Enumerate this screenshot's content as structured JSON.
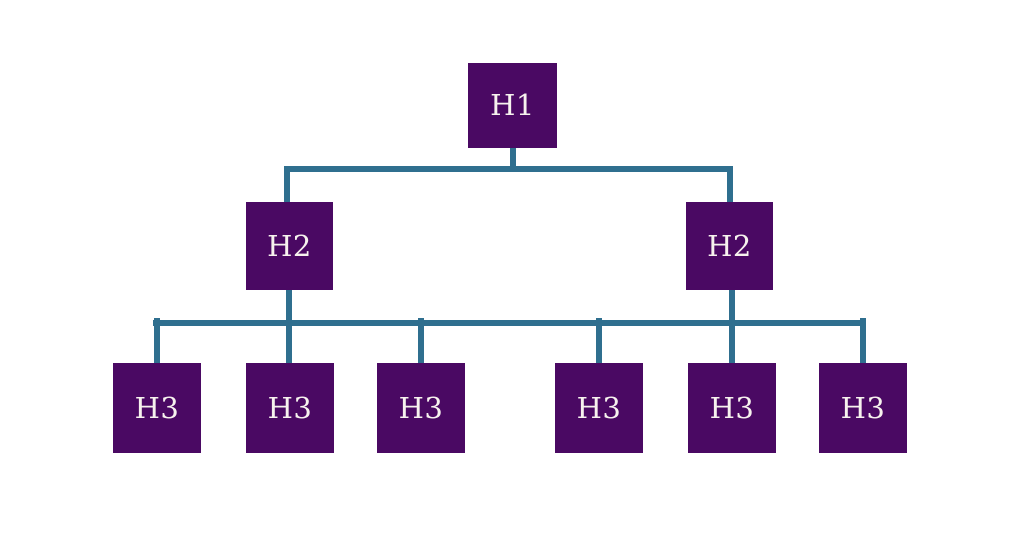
{
  "diagram": {
    "nodes": [
      {
        "id": "h1",
        "label": "H1",
        "level": 1
      },
      {
        "id": "h2-left",
        "label": "H2",
        "level": 2
      },
      {
        "id": "h2-right",
        "label": "H2",
        "level": 2
      },
      {
        "id": "h3-1",
        "label": "H3",
        "level": 3
      },
      {
        "id": "h3-2",
        "label": "H3",
        "level": 3
      },
      {
        "id": "h3-3",
        "label": "H3",
        "level": 3
      },
      {
        "id": "h3-4",
        "label": "H3",
        "level": 3
      },
      {
        "id": "h3-5",
        "label": "H3",
        "level": 3
      },
      {
        "id": "h3-6",
        "label": "H3",
        "level": 3
      }
    ],
    "edges": [
      {
        "from": "h1",
        "to": "h2-left"
      },
      {
        "from": "h1",
        "to": "h2-right"
      },
      {
        "from": "h2-left",
        "to": "h3-1"
      },
      {
        "from": "h2-left",
        "to": "h3-2"
      },
      {
        "from": "h2-left",
        "to": "h3-3"
      },
      {
        "from": "h2-right",
        "to": "h3-4"
      },
      {
        "from": "h2-right",
        "to": "h3-5"
      },
      {
        "from": "h2-right",
        "to": "h3-6"
      }
    ]
  },
  "colors": {
    "background": "#ffffff",
    "node_fill": "#4a0963",
    "node_text": "#f7f2ee",
    "connector": "#2f6f8f"
  }
}
